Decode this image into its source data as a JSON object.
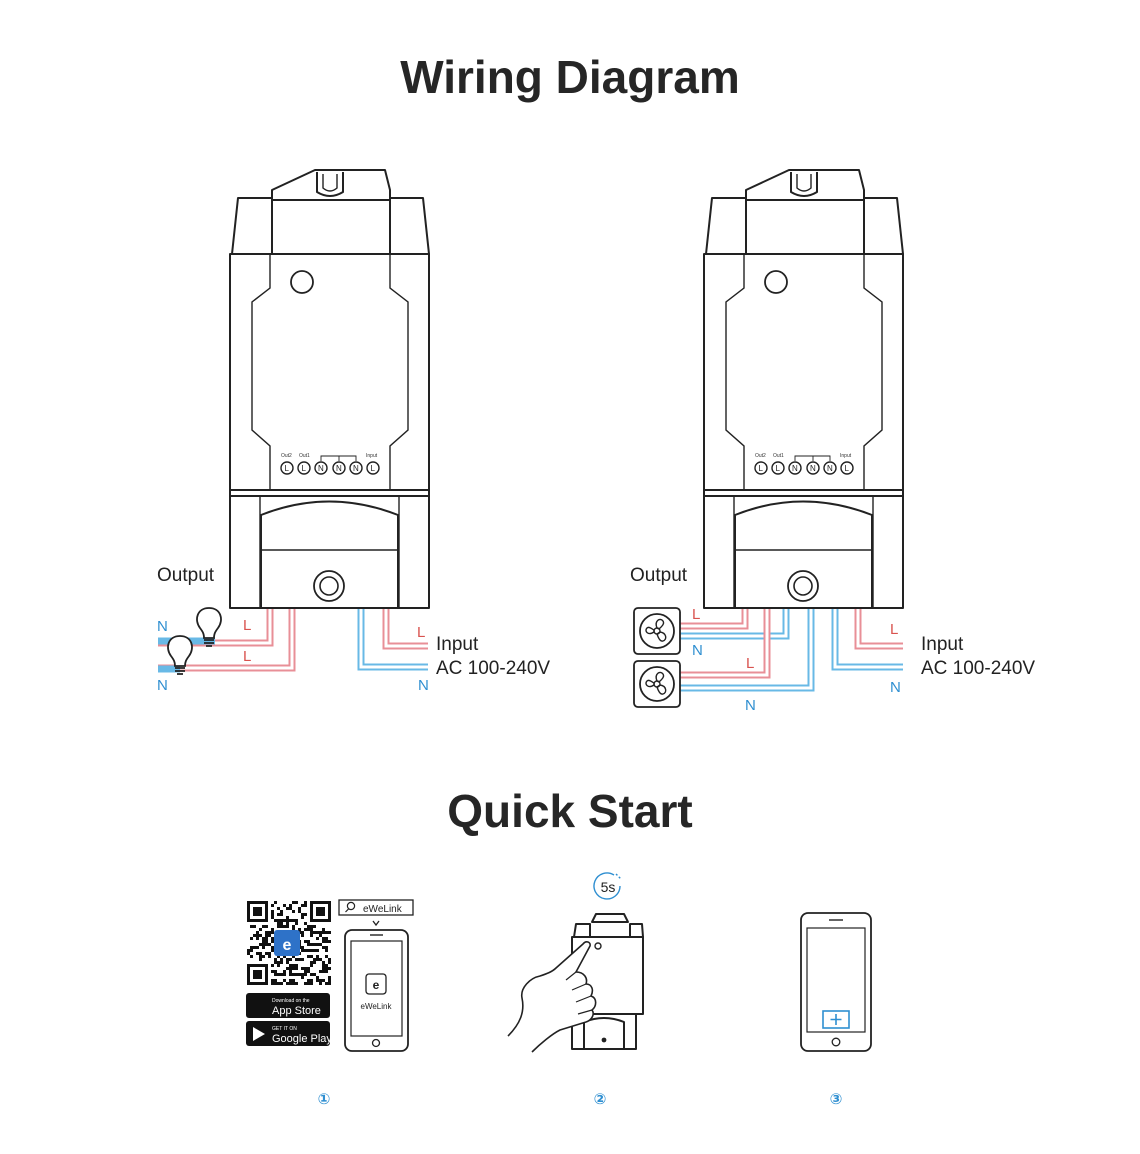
{
  "titles": {
    "wiring": "Wiring Diagram",
    "quick": "Quick Start"
  },
  "wiring": {
    "output_label": "Output",
    "input_label": "Input",
    "voltage_label": "AC 100-240V",
    "live": "L",
    "neutral": "N",
    "terminals": {
      "out2": "Out2",
      "out1": "Out1",
      "input": "Input",
      "symbols": [
        "L",
        "L",
        "N",
        "N",
        "N",
        "L"
      ]
    }
  },
  "quick_start": {
    "search_text": "eWeLink",
    "app_name": "eWeLink",
    "app_store_small": "Download on the",
    "app_store": "App Store",
    "google_small": "GET IT ON",
    "google_play": "Google Play",
    "press_time": "5s",
    "steps": [
      "①",
      "②",
      "③"
    ]
  },
  "colors": {
    "live_wire": "#e88f97",
    "neutral_wire": "#68b9e6",
    "step_blue": "#2f8fd1"
  },
  "icons": [
    "bulb-icon",
    "fan-icon",
    "qr-code-icon",
    "apple-icon",
    "google-play-icon",
    "search-icon",
    "phone-icon",
    "hand-icon",
    "add-icon"
  ]
}
